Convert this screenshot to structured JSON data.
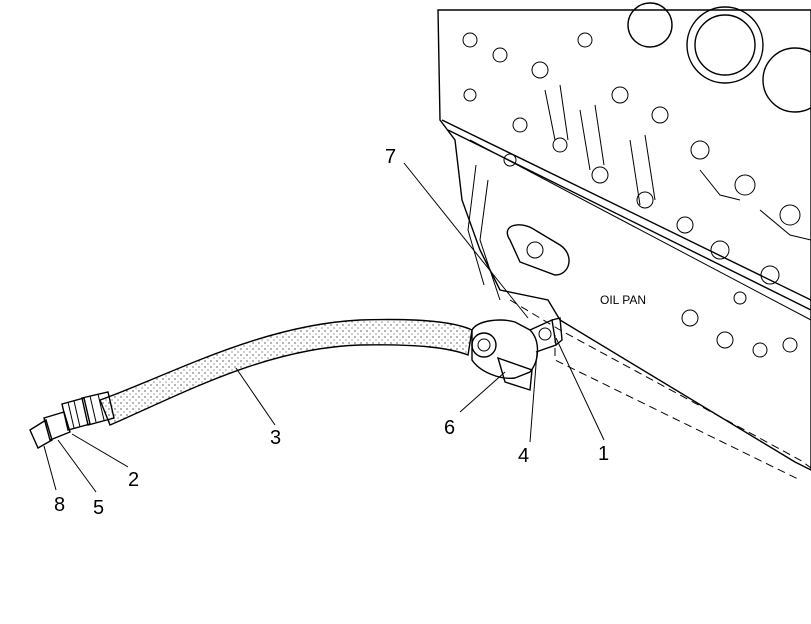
{
  "diagram": {
    "part_label": "OIL PAN",
    "callouts": [
      {
        "id": "callout-1",
        "text": "1"
      },
      {
        "id": "callout-2",
        "text": "2"
      },
      {
        "id": "callout-3",
        "text": "3"
      },
      {
        "id": "callout-4",
        "text": "4"
      },
      {
        "id": "callout-5",
        "text": "5"
      },
      {
        "id": "callout-6",
        "text": "6"
      },
      {
        "id": "callout-7",
        "text": "7"
      },
      {
        "id": "callout-8",
        "text": "8"
      }
    ]
  }
}
